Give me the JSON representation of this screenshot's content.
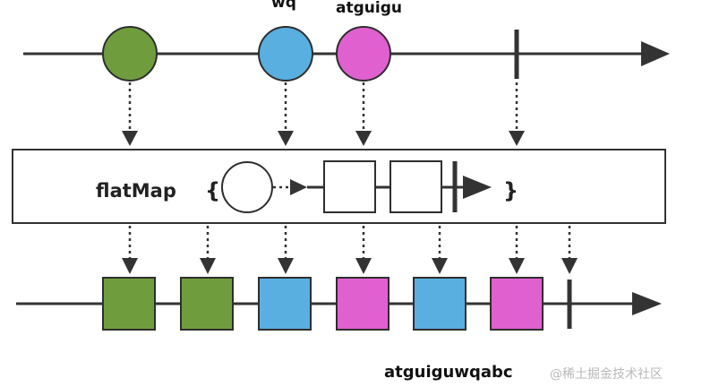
{
  "labels": {
    "top_partial": "wq",
    "top_item": "atguigu",
    "function_name": "flatMap",
    "brace_open": "{",
    "brace_close": "}",
    "result": "atguiguwqabc",
    "watermark": "@稀土掘金技术社区"
  },
  "colors": {
    "green": "#6f9d3d",
    "blue": "#58afe0",
    "magenta": "#e060cf",
    "line": "#333333"
  }
}
